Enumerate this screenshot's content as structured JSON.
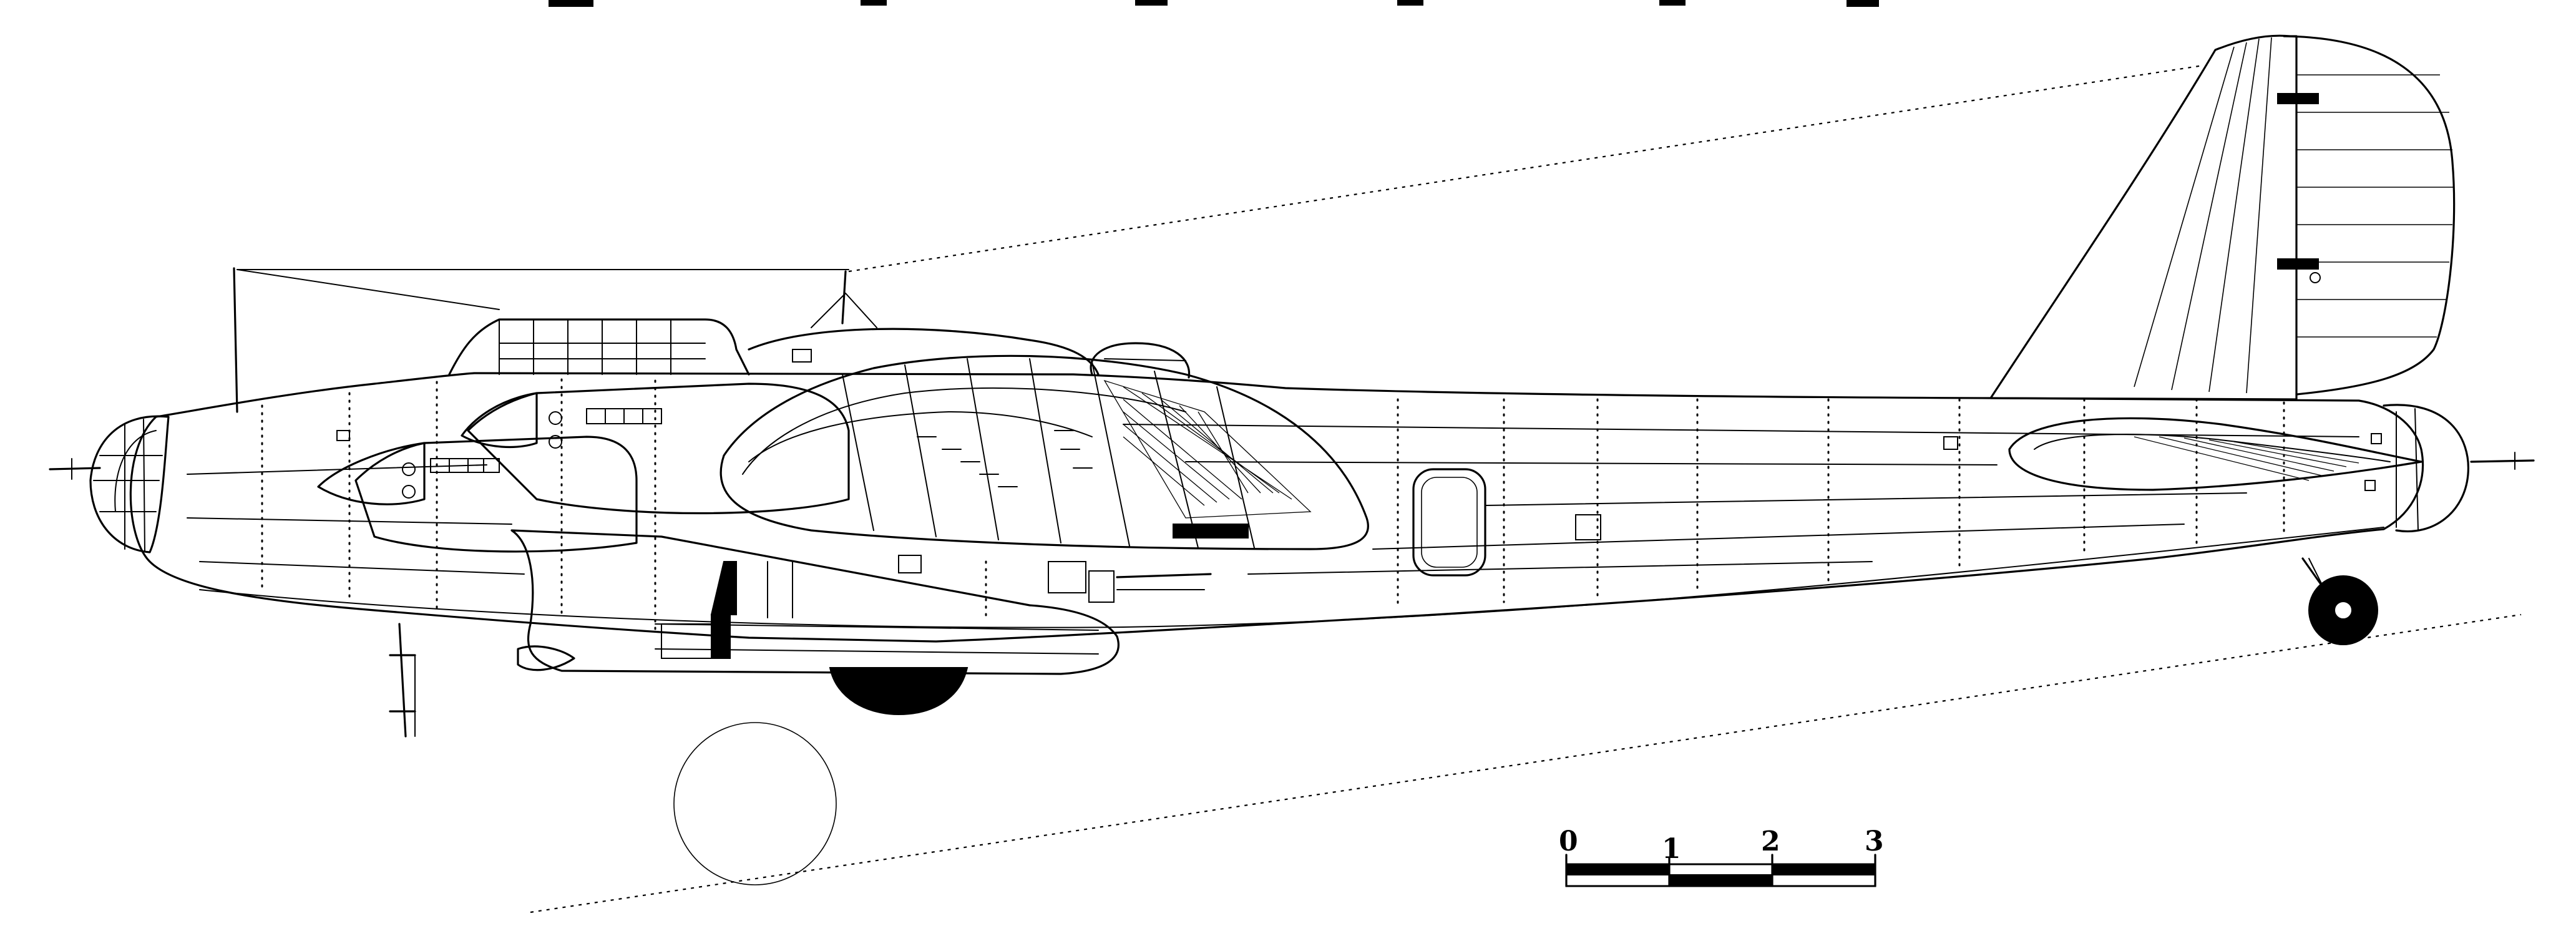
{
  "scale_bar": {
    "labels": [
      "0",
      "1",
      "2",
      "3"
    ]
  }
}
